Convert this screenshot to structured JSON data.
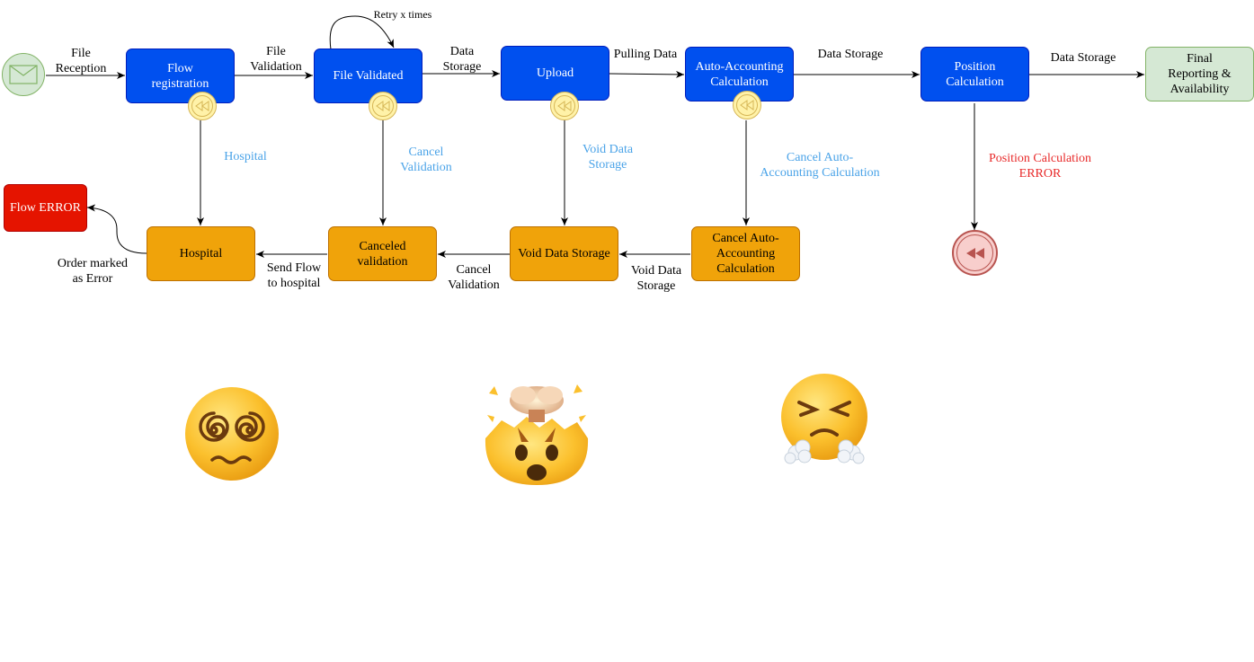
{
  "nodes": {
    "flow_registration": "Flow\nregistration",
    "file_validated": "File Validated",
    "upload": "Upload",
    "auto_accounting": "Auto-Accounting\nCalculation",
    "position_calc": "Position\nCalculation",
    "final_reporting": "Final\nReporting &\nAvailability",
    "flow_error": "Flow  ERROR",
    "hospital": "Hospital",
    "canceled_validation": "Canceled\nvalidation",
    "void_data_storage": "Void Data Storage",
    "cancel_auto_accounting": "Cancel Auto-\nAccounting\nCalculation"
  },
  "edge_labels": {
    "file_reception": "File\nReception",
    "file_validation": "File\nValidation",
    "retry": "Retry x times",
    "data_storage_1": "Data\nStorage",
    "pulling_data": "Pulling Data",
    "data_storage_2": "Data Storage",
    "data_storage_3": "Data Storage",
    "hospital": "Hospital",
    "cancel_validation_blue": "Cancel\nValidation",
    "void_data_storage_blue": "Void Data\nStorage",
    "cancel_auto_blue": "Cancel Auto-\nAccounting Calculation",
    "position_error": "Position Calculation\nERROR",
    "order_marked": "Order marked\nas Error",
    "send_flow": "Send Flow\nto hospital",
    "cancel_validation": "Cancel\nValidation",
    "void_data_storage": "Void Data\nStorage"
  },
  "colors": {
    "blue_fill": "#0050ef",
    "orange_fill": "#f0a30a",
    "green_fill": "#d5e8d4",
    "red_fill": "#e51400",
    "compensation_label": "#4aa3e8",
    "error_label": "#e82a2a"
  },
  "icons": {
    "start_event": "envelope-icon",
    "rewind": "rewind-icon",
    "error_end": "rewind-icon",
    "emoji_1": "dizzy-face-emoji",
    "emoji_2": "exploding-head-emoji",
    "emoji_3": "steam-nose-face-emoji"
  }
}
